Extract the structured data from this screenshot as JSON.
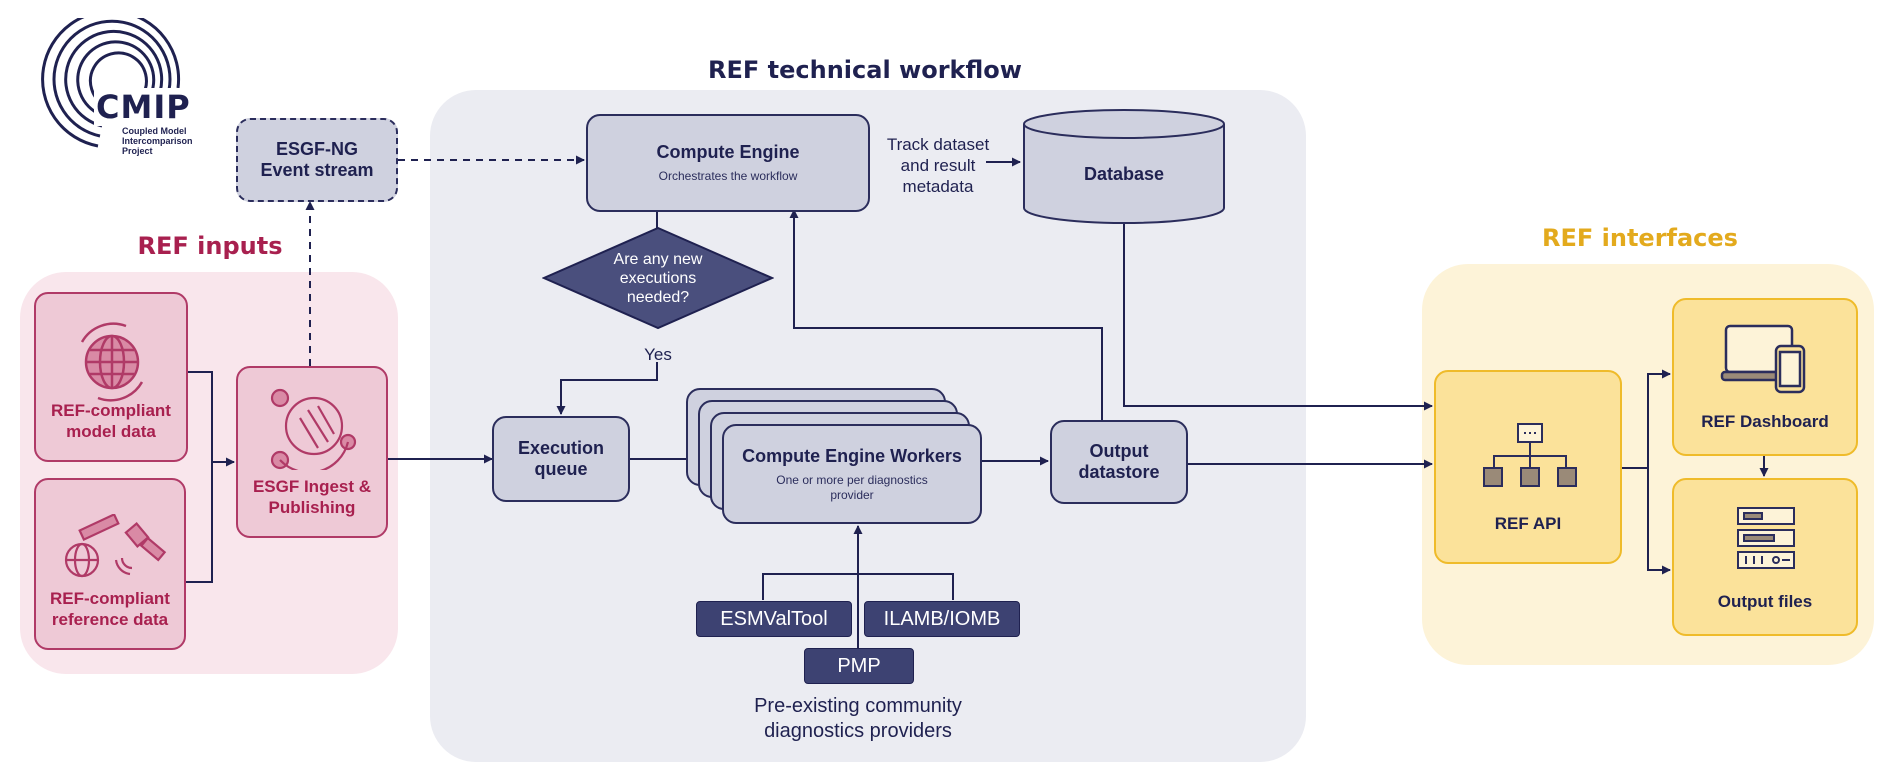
{
  "logo": {
    "acronym": "CMIP",
    "full_name_lines": [
      "Coupled Model",
      "Intercomparison",
      "Project"
    ]
  },
  "sections": {
    "inputs_title": "REF inputs",
    "workflow_title": "REF technical workflow",
    "interfaces_title": "REF interfaces"
  },
  "esgf_ng": {
    "lines": [
      "ESGF-NG",
      "Event stream"
    ]
  },
  "model_data": {
    "lines": [
      "REF-compliant",
      "model data"
    ]
  },
  "reference_data": {
    "lines": [
      "REF-compliant",
      "reference data"
    ]
  },
  "esgf_ingest": {
    "lines": [
      "ESGF Ingest &",
      "Publishing"
    ]
  },
  "compute_engine": {
    "title": "Compute Engine",
    "subtitle": "Orchestrates the workflow"
  },
  "track_label": {
    "lines": [
      "Track dataset",
      "and result",
      "metadata"
    ]
  },
  "database": {
    "title": "Database"
  },
  "decision": {
    "lines": [
      "Are any new",
      "executions",
      "needed?"
    ],
    "yes_label": "Yes"
  },
  "execution_queue": {
    "lines": [
      "Execution",
      "queue"
    ]
  },
  "workers": {
    "title": "Compute Engine Workers",
    "subtitle_lines": [
      "One or more per diagnostics",
      "provider"
    ]
  },
  "output_datastore": {
    "lines": [
      "Output",
      "datastore"
    ]
  },
  "tools": {
    "esmvaltool": "ESMValTool",
    "ilamb": "ILAMB/IOMB",
    "pmp": "PMP"
  },
  "providers_caption": {
    "lines": [
      "Pre-existing community",
      "diagnostics providers"
    ]
  },
  "ref_api": {
    "title": "REF API"
  },
  "ref_dashboard": {
    "title": "REF Dashboard"
  },
  "output_files": {
    "title": "Output files"
  },
  "colors": {
    "navy": "#2b2d5c",
    "navy_fill": "#cfd1df",
    "workflow_bg": "#ebecf2",
    "pink": "#b03a67",
    "pink_fill": "#eec9d6",
    "pink_bg": "#f9e6ec",
    "gold": "#efbb2a",
    "gold_fill": "#fbe29a",
    "gold_bg": "#fdf3d8",
    "inputs_title": "#a8204f",
    "interfaces_title": "#e3aa1d",
    "tool_fill": "#3d4272"
  }
}
